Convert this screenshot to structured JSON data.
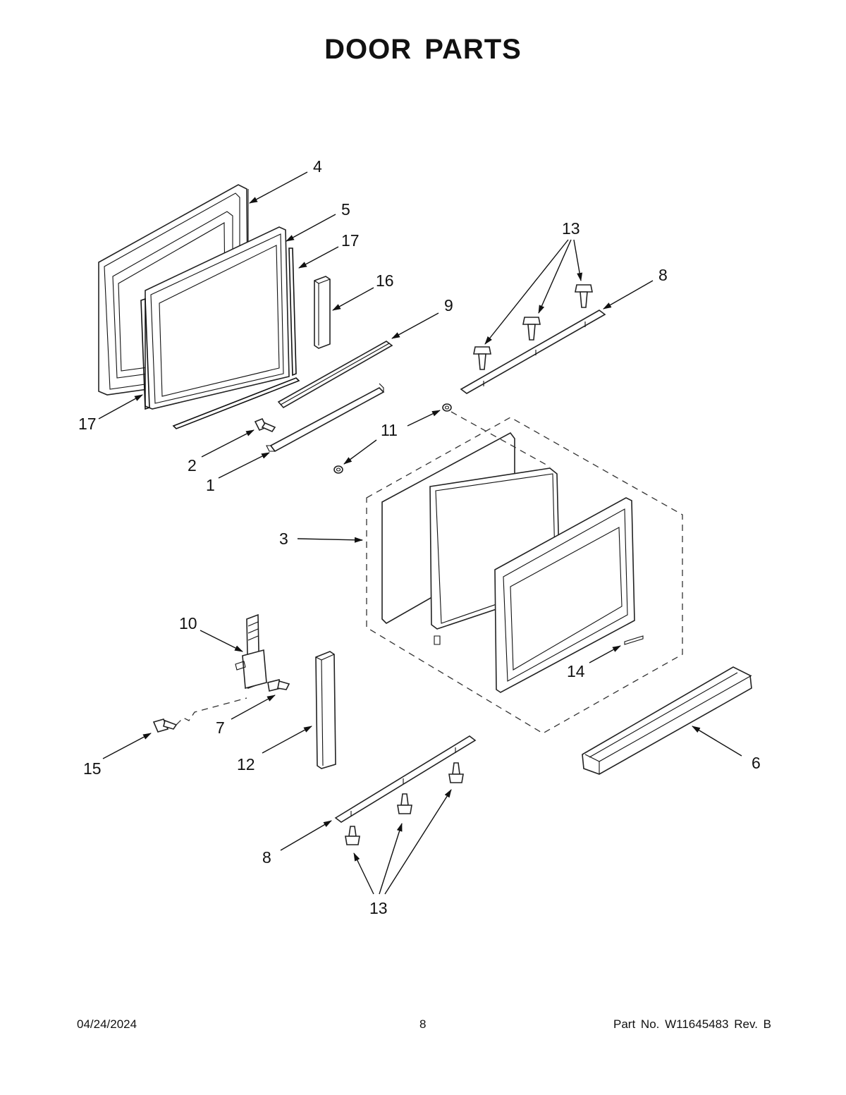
{
  "title": "DOOR PARTS",
  "footer": {
    "date": "04/24/2024",
    "page": "8",
    "part_number": "Part No.  W11645483  Rev.  B"
  },
  "callouts": [
    {
      "id": "c4",
      "label": "4"
    },
    {
      "id": "c5",
      "label": "5"
    },
    {
      "id": "c17a",
      "label": "17"
    },
    {
      "id": "c16",
      "label": "16"
    },
    {
      "id": "c9",
      "label": "9"
    },
    {
      "id": "c13a",
      "label": "13"
    },
    {
      "id": "c8a",
      "label": "8"
    },
    {
      "id": "c17b",
      "label": "17"
    },
    {
      "id": "c11",
      "label": "11"
    },
    {
      "id": "c2",
      "label": "2"
    },
    {
      "id": "c1",
      "label": "1"
    },
    {
      "id": "c3",
      "label": "3"
    },
    {
      "id": "c10",
      "label": "10"
    },
    {
      "id": "c14",
      "label": "14"
    },
    {
      "id": "c7",
      "label": "7"
    },
    {
      "id": "c6",
      "label": "6"
    },
    {
      "id": "c15",
      "label": "15"
    },
    {
      "id": "c12",
      "label": "12"
    },
    {
      "id": "c8b",
      "label": "8"
    },
    {
      "id": "c13b",
      "label": "13"
    }
  ]
}
